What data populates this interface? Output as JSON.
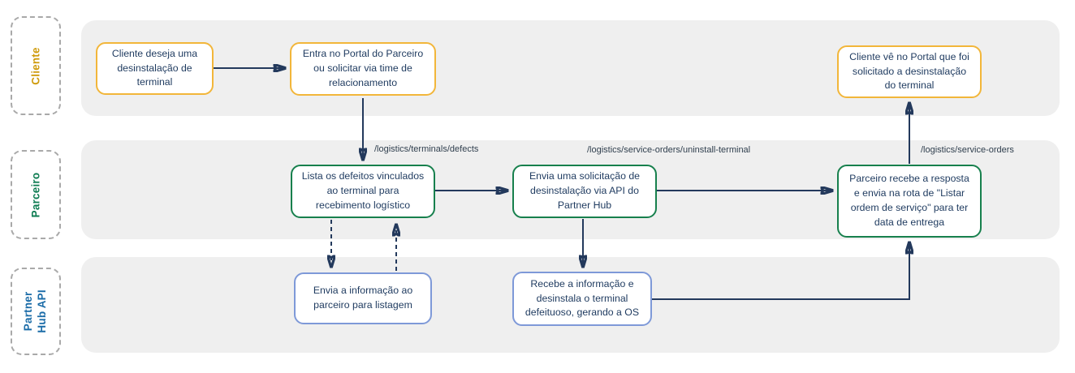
{
  "diagram": {
    "type": "swimlane-flowchart",
    "colors": {
      "lane_band": "#efefef",
      "cliente_label": "#cf9b0c",
      "cliente_node_border": "#f2b63a",
      "parceiro_label": "#0e7c52",
      "parceiro_node_border": "#17804d",
      "api_label": "#1b6ca8",
      "api_node_border": "#7e99d8",
      "arrow": "#23395c",
      "node_text": "#1e3a5f"
    },
    "lanes": [
      {
        "label": "Cliente"
      },
      {
        "label": "Parceiro"
      },
      {
        "label": "Partner Hub API"
      }
    ],
    "nodes": {
      "cliente_deseja": {
        "text": "Cliente deseja uma desinstalação de terminal"
      },
      "entra_portal": {
        "text": "Entra no Portal do Parceiro ou solicitar via time de relacionamento"
      },
      "cliente_ve": {
        "text": "Cliente vê no Portal que foi solicitado a desinstalação do terminal"
      },
      "lista_defeitos": {
        "text": "Lista os defeitos vinculados ao terminal para recebimento logístico"
      },
      "envia_solicitacao": {
        "text": "Envia uma solicitação de desinstalação via API do Partner Hub"
      },
      "parceiro_recebe": {
        "text": "Parceiro recebe a resposta e envia na rota de \"Listar ordem de serviço\" para ter data de entrega"
      },
      "envia_informacao": {
        "text": "Envia a informação ao parceiro para listagem"
      },
      "recebe_informacao": {
        "text": "Recebe a informação e desinstala o terminal defeituoso, gerando a OS"
      }
    },
    "route_labels": {
      "terminals_defects": "/logistics/terminals/defects",
      "uninstall_terminal": "/logistics/service-orders/uninstall-terminal",
      "service_orders": "/logistics/service-orders"
    }
  }
}
